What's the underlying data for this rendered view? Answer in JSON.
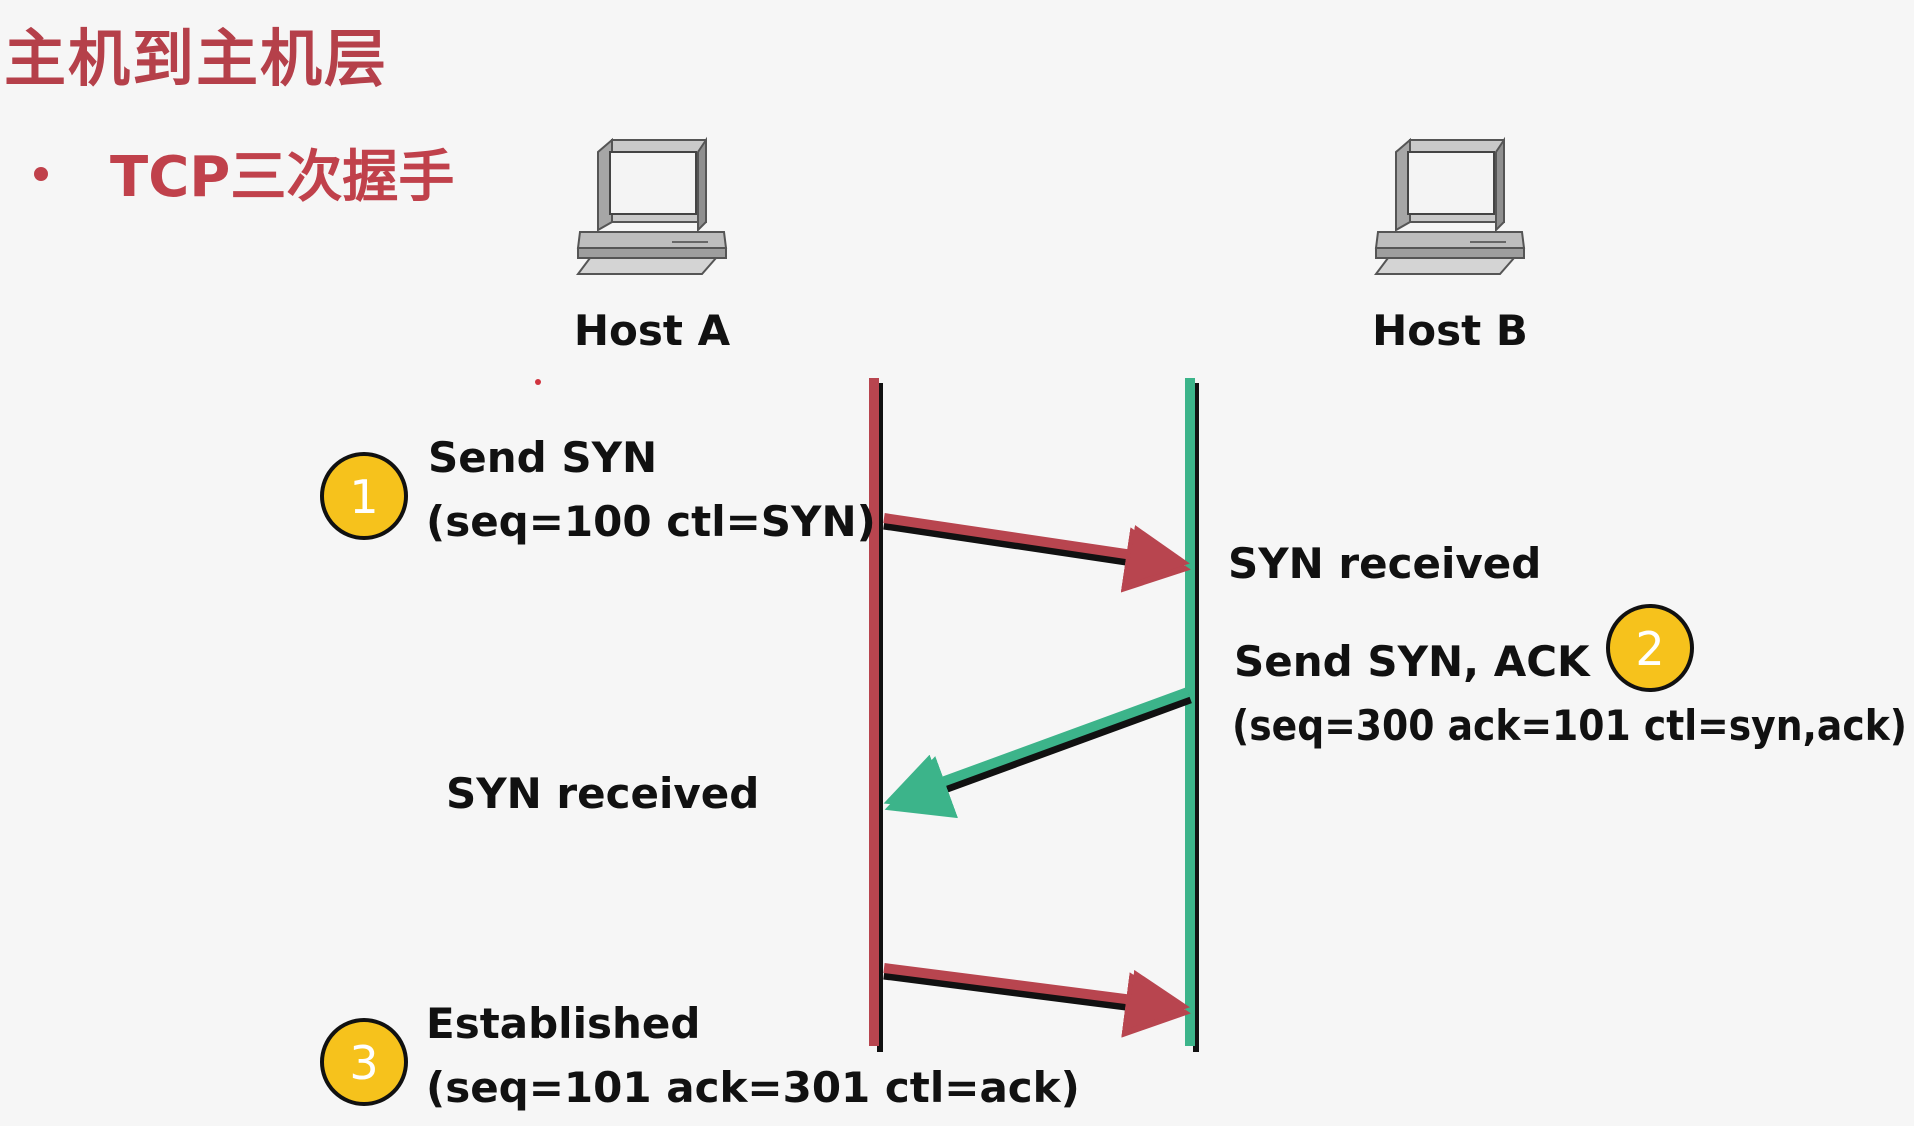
{
  "header": {
    "title": "主机到主机层",
    "bullet": "TCP三次握手"
  },
  "hosts": {
    "a_label": "Host A",
    "b_label": "Host B"
  },
  "steps": {
    "step1": {
      "number": "1",
      "line1": "Send SYN",
      "line2": "(seq=100 ctl=SYN)"
    },
    "b_received": "SYN received",
    "step2": {
      "number": "2",
      "line1": "Send SYN, ACK",
      "line2": "(seq=300 ack=101 ctl=syn,ack)"
    },
    "a_received": "SYN received",
    "step3": {
      "number": "3",
      "line1": "Established",
      "line2": "(seq=101 ack=301 ctl=ack)"
    }
  },
  "colors": {
    "title": "#b5404a",
    "host_a_line": "#b8454f",
    "host_b_line": "#3cb48a",
    "badge_fill": "#f6c21c"
  }
}
